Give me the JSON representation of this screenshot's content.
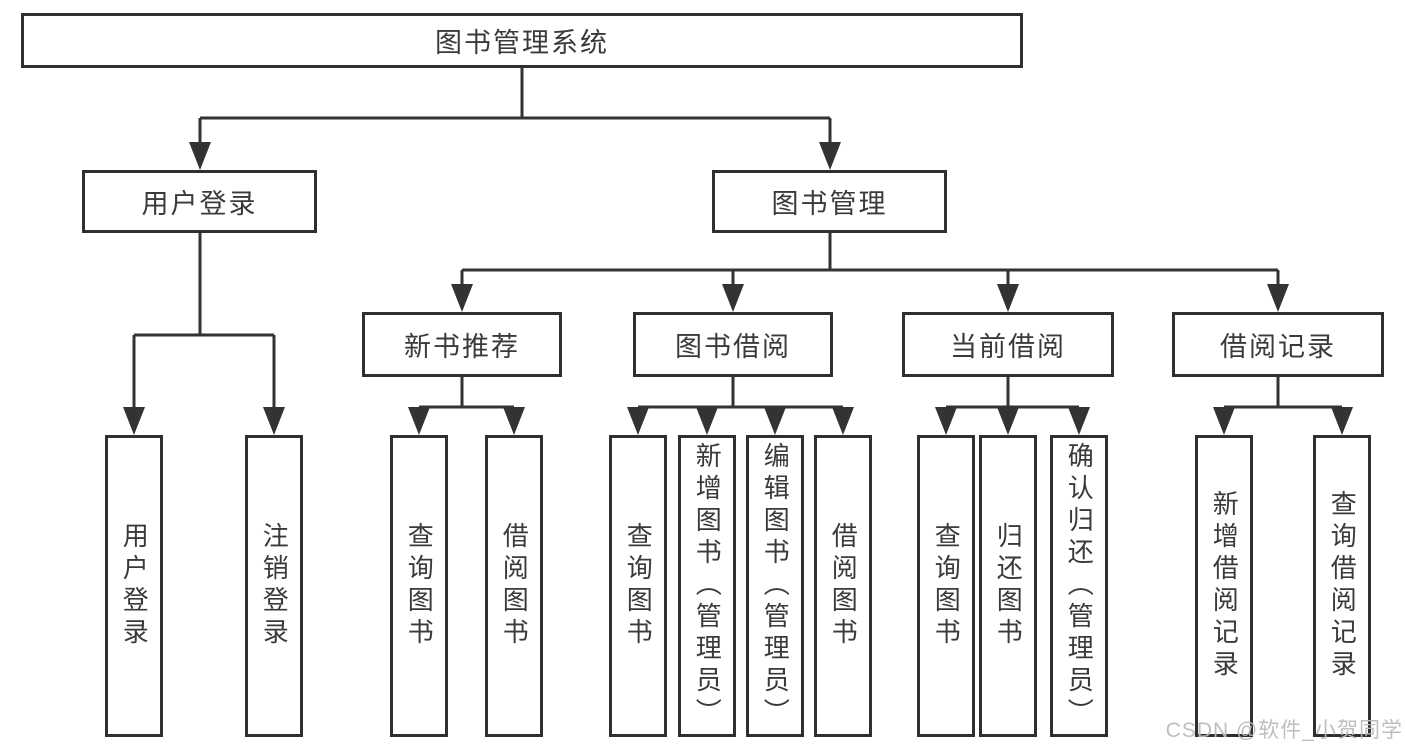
{
  "diagram": {
    "type": "hierarchy-tree",
    "colors": {
      "line": "#333333",
      "border": "#2f2f2f",
      "text": "#3a3a3a",
      "watermark": "#bababa",
      "background": "#ffffff"
    },
    "nodes": {
      "root": {
        "label": "图书管理系统"
      },
      "user_login": {
        "label": "用户登录"
      },
      "book_management": {
        "label": "图书管理"
      },
      "new_book_recommend": {
        "label": "新书推荐"
      },
      "book_borrowing": {
        "label": "图书借阅"
      },
      "current_borrowing": {
        "label": "当前借阅"
      },
      "borrowing_records": {
        "label": "借阅记录"
      }
    },
    "leaves": {
      "user_login": [
        {
          "label": "用户登录"
        },
        {
          "label": "注销登录"
        }
      ],
      "new_book_recommend": [
        {
          "label": "查询图书"
        },
        {
          "label": "借阅图书"
        }
      ],
      "book_borrowing": [
        {
          "label": "查询图书"
        },
        {
          "label": "新增图书（管理员）"
        },
        {
          "label": "编辑图书（管理员）"
        },
        {
          "label": "借阅图书"
        }
      ],
      "current_borrowing": [
        {
          "label": "查询图书"
        },
        {
          "label": "归还图书"
        },
        {
          "label": "确认归还（管理员）"
        }
      ],
      "borrowing_records": [
        {
          "label": "新增借阅记录"
        },
        {
          "label": "查询借阅记录"
        }
      ]
    },
    "watermark": {
      "text": "CSDN @软件_小贺同学"
    }
  }
}
